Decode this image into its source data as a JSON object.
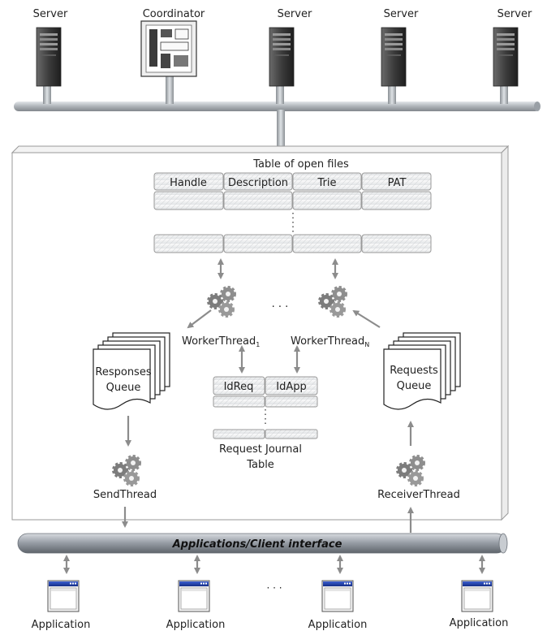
{
  "servers": [
    {
      "label": "Server"
    },
    {
      "label": "Coordinator"
    },
    {
      "label": "Server"
    },
    {
      "label": "Server"
    },
    {
      "label": "Server"
    }
  ],
  "open_files_table": {
    "title": "Table of open files",
    "columns": [
      "Handle",
      "Description",
      "Trie",
      "PAT"
    ],
    "ellipsis": ":"
  },
  "worker_threads": {
    "first": {
      "label": "WorkerThread",
      "subscript": "1"
    },
    "last": {
      "label": "WorkerThread",
      "subscript": "N"
    },
    "ellipsis": "· · ·"
  },
  "queues": {
    "responses": [
      "Responses",
      "Queue"
    ],
    "requests": [
      "Requests",
      "Queue"
    ]
  },
  "journal": {
    "columns": [
      "IdReq",
      "IdApp"
    ],
    "title": [
      "Request Journal",
      "Table"
    ],
    "ellipsis": ":"
  },
  "threads": {
    "send": "SendThread",
    "receiver": "ReceiverThread"
  },
  "interface_label": "Applications/Client interface",
  "applications": [
    {
      "label": "Application"
    },
    {
      "label": "Application"
    },
    {
      "label": "Application"
    },
    {
      "label": "Application"
    }
  ],
  "apps_ellipsis": "· · ·",
  "colors": {
    "arrow": "#8c8c8c",
    "pipe": "#b4b8bd",
    "window_title": "#1f3ea8"
  }
}
